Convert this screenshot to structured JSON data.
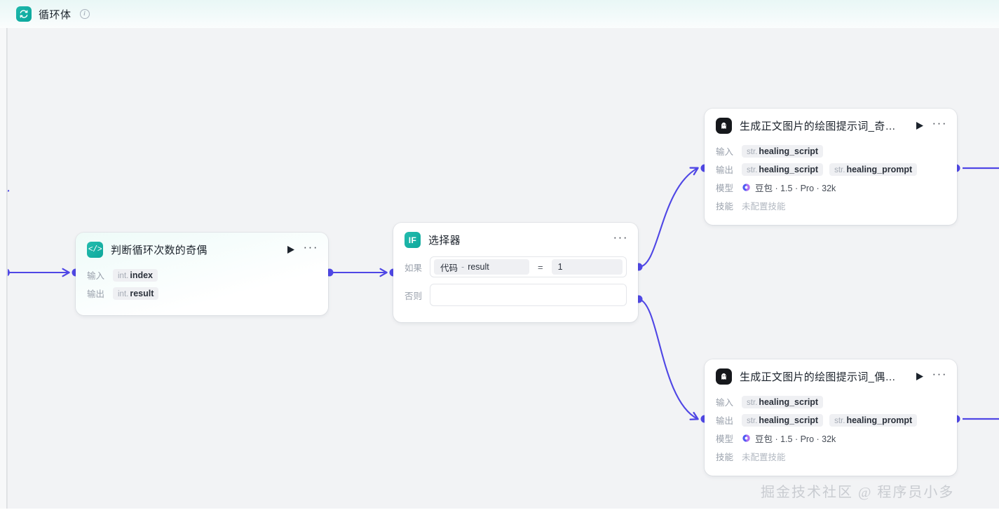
{
  "header": {
    "title": "循环体",
    "loop_icon": "loop-icon",
    "info_icon": "info-icon"
  },
  "canvas": {
    "watermark": "掘金技术社区 @ 程序员小多",
    "edge_color": "#4f46e5",
    "port_color": "#5048e5",
    "background": "#f2f3f5"
  },
  "nodes": {
    "code": {
      "title": "判断循环次数的奇偶",
      "icon": "code-icon",
      "icon_glyph": "</>",
      "accent": "#0fa89c",
      "rows": [
        {
          "label": "输入",
          "chips": [
            {
              "type": "int.",
              "name": "index"
            }
          ]
        },
        {
          "label": "输出",
          "chips": [
            {
              "type": "int.",
              "name": "result"
            }
          ]
        }
      ]
    },
    "condition": {
      "title": "选择器",
      "icon": "if-icon",
      "icon_glyph": "IF",
      "accent": "#0fa89c",
      "if_label": "如果",
      "else_label": "否则",
      "operand_left_prefix": "代码",
      "operand_left_dash": "-",
      "operand_left_value": "result",
      "operator": "=",
      "operand_right_value": "1",
      "else_value": ""
    },
    "llm_odd": {
      "title": "生成正文图片的绘图提示词_奇…",
      "icon": "ghost-icon",
      "input_label": "输入",
      "output_label": "输出",
      "model_label": "模型",
      "skill_label": "技能",
      "inputs": [
        {
          "type": "str.",
          "name": "healing_script"
        }
      ],
      "outputs": [
        {
          "type": "str.",
          "name": "healing_script"
        },
        {
          "type": "str.",
          "name": "healing_prompt"
        }
      ],
      "model_name": "豆包 · 1.5 · Pro · 32k",
      "skill_value": "未配置技能"
    },
    "llm_even": {
      "title": "生成正文图片的绘图提示词_偶…",
      "icon": "ghost-icon",
      "input_label": "输入",
      "output_label": "输出",
      "model_label": "模型",
      "skill_label": "技能",
      "inputs": [
        {
          "type": "str.",
          "name": "healing_script"
        }
      ],
      "outputs": [
        {
          "type": "str.",
          "name": "healing_script"
        },
        {
          "type": "str.",
          "name": "healing_prompt"
        }
      ],
      "model_name": "豆包 · 1.5 · Pro · 32k",
      "skill_value": "未配置技能"
    }
  }
}
